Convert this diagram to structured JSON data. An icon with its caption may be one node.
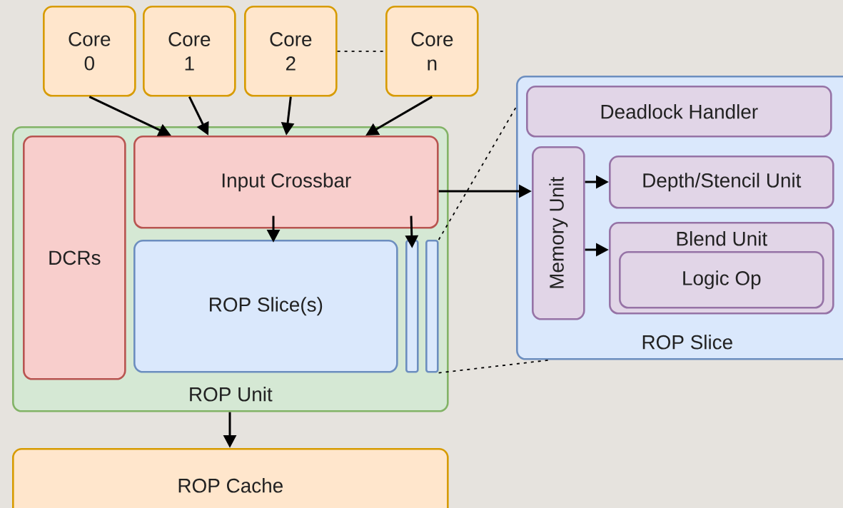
{
  "diagram": {
    "nodes": [
      {
        "text": [
          "Core 0"
        ]
      },
      {
        "text": [
          "Core 1"
        ]
      },
      {
        "text": [
          "Core 2"
        ]
      },
      {
        "text": [
          "Core n"
        ]
      },
      {
        "text": [
          "ROP Unit"
        ]
      },
      {
        "text": [
          "DCRs"
        ],
        "in": 4
      },
      {
        "text": [
          "Input Crossbar"
        ],
        "in": 4
      },
      {
        "text": [
          "ROP Slice(s)"
        ],
        "in": 4
      },
      {
        "text": [],
        "shape": "bar",
        "in": 4
      },
      {
        "text": [],
        "shape": "bar",
        "in": 4
      },
      {
        "text": [
          "ROP Cache"
        ]
      },
      {
        "text": [
          "ROP Slice"
        ]
      },
      {
        "text": [
          "Deadlock Handler"
        ],
        "in": 11
      },
      {
        "text": [
          "Memory Unit"
        ],
        "in": 11
      },
      {
        "text": [
          "Depth/Stencil Unit"
        ],
        "in": 11
      },
      {
        "text": [
          "Blend Unit"
        ],
        "in": 11
      },
      {
        "text": [
          "Logic Op"
        ],
        "in": 15
      }
    ],
    "edges": [
      {
        "from": 0,
        "to": 6,
        "arrow": "to"
      },
      {
        "from": 1,
        "to": 6,
        "arrow": "to"
      },
      {
        "from": 2,
        "to": 6,
        "arrow": "to"
      },
      {
        "from": 3,
        "to": 6,
        "arrow": "to"
      },
      {
        "from": 2,
        "to": 3,
        "arrow": "none",
        "style": "dashed"
      },
      {
        "from": 6,
        "to": 7,
        "arrow": "to"
      },
      {
        "from": 6,
        "to": 8,
        "arrow": "to"
      },
      {
        "from": 6,
        "to": 13,
        "arrow": "to"
      },
      {
        "from": 13,
        "to": 14,
        "arrow": "to"
      },
      {
        "from": 13,
        "to": 15,
        "arrow": "to"
      },
      {
        "from": 4,
        "to": 10,
        "arrow": "to"
      },
      {
        "from": 9,
        "to": 11,
        "arrow": "none",
        "style": "dashed"
      },
      {
        "from": 9,
        "to": 11,
        "arrow": "none",
        "style": "dashed"
      }
    ]
  }
}
